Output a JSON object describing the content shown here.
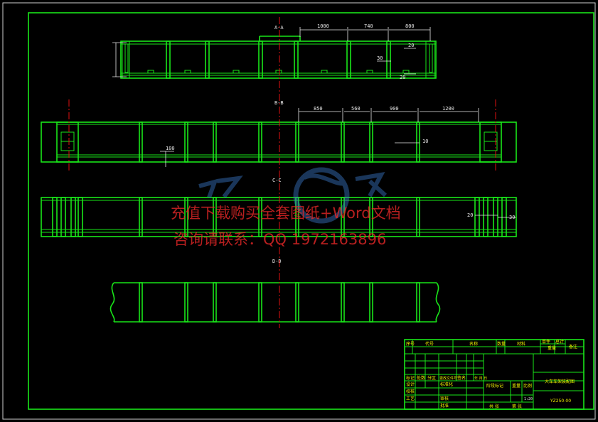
{
  "sections": {
    "a": "A-A",
    "b": "B-B",
    "c": "C-C",
    "d": "D-D"
  },
  "dims": {
    "aa_1000": "1000",
    "aa_740": "740",
    "aa_800": "800",
    "aa_20a": "20",
    "aa_30": "30",
    "aa_20b": "20",
    "bb_850": "850",
    "bb_560": "560",
    "bb_900": "900",
    "bb_1200": "1200",
    "bb_10": "10",
    "bb_100": "100",
    "cc_20": "20",
    "cc_30": "30"
  },
  "watermark": {
    "line1": "充值下载购买全套图纸+Word文档",
    "line2": "咨询请联系：QQ 1972163896"
  },
  "title_block": {
    "seq": "序号",
    "code": "代号",
    "name": "名称",
    "qty": "数量",
    "material": "材料",
    "unit_weight": "单件",
    "total_weight": "总计",
    "weight": "重量",
    "remark": "备注",
    "mark": "标记",
    "count": "处数",
    "zone": "分区",
    "change_doc": "更改文件号",
    "sign": "签名",
    "date": "年 月 日",
    "design": "设计",
    "standardize": "标准化",
    "check": "校核",
    "process": "工艺",
    "review": "审核",
    "approve": "批准",
    "stage_mark": "阶段标记",
    "stage_weight": "重量",
    "scale": "比例",
    "scale_value": "1:20",
    "sheets_total": "共  张",
    "sheet_no": "第  张",
    "drawing_title": "大车车架装配图",
    "drawing_no": "YZ250-00"
  },
  "colors": {
    "line": "#19e619",
    "centerline": "#e01010",
    "text": "#e8e8e8",
    "watermark": "#eb2828"
  }
}
